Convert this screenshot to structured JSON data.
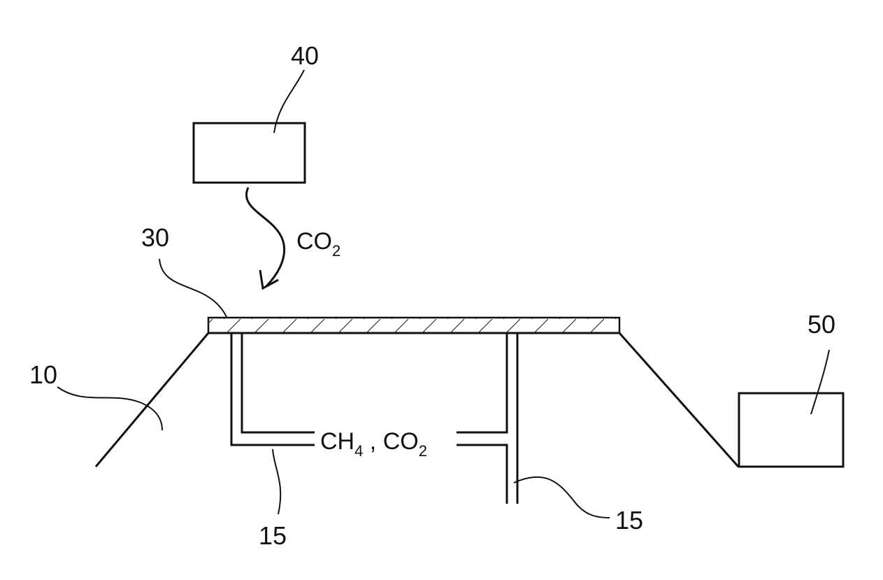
{
  "labels": {
    "landfill": "10",
    "pipe_left": "15",
    "pipe_right": "15",
    "cover": "30",
    "source": "40",
    "unit": "50"
  },
  "gas_inflow": {
    "main": "CO",
    "sub": "2"
  },
  "gas_outflow": {
    "ch_main": "CH",
    "ch_sub": "4",
    "sep": " , ",
    "co_main": "CO",
    "co_sub": "2"
  }
}
